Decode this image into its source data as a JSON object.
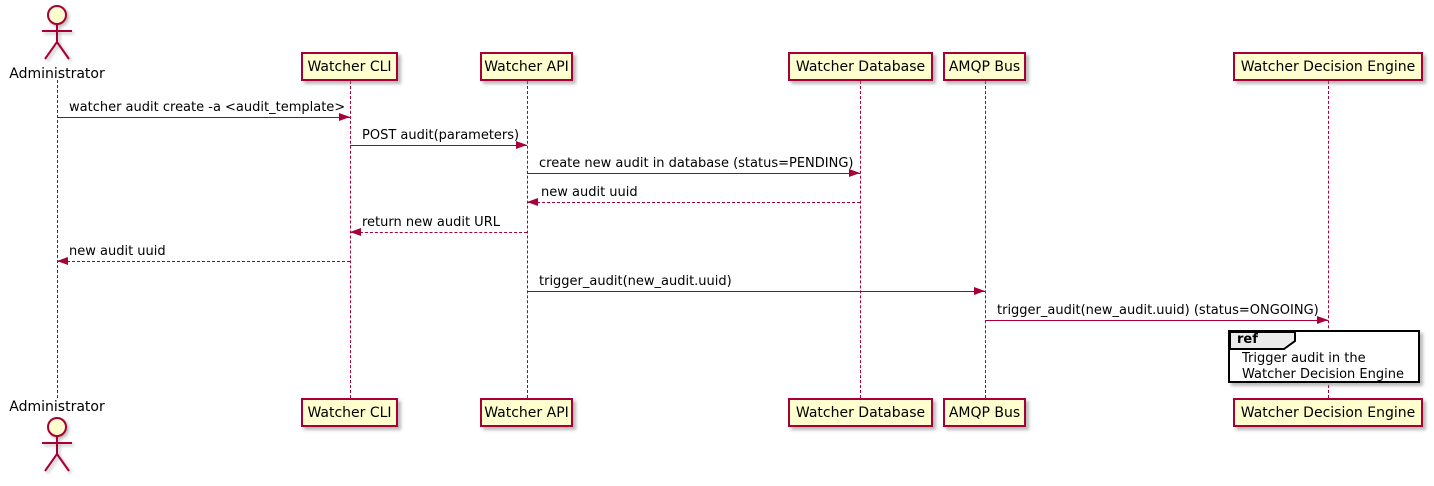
{
  "colors": {
    "stroke": "#A80036",
    "participant_fill": "#FEFECE",
    "text": "#000000",
    "ref_header_fill": "#EBEBEB",
    "ref_border": "#000000",
    "background": "#FFFFFF"
  },
  "diagram": {
    "kind": "sequence-diagram",
    "actor": {
      "name": "Administrator"
    },
    "participants": [
      {
        "name": "Watcher CLI"
      },
      {
        "name": "Watcher API"
      },
      {
        "name": "Watcher Database"
      },
      {
        "name": "AMQP Bus"
      },
      {
        "name": "Watcher Decision Engine"
      }
    ],
    "messages": [
      {
        "text": "watcher audit create -a <audit_template>",
        "from": "Administrator",
        "to": "Watcher CLI",
        "line": "solid"
      },
      {
        "text": "POST audit(parameters)",
        "from": "Watcher CLI",
        "to": "Watcher API",
        "line": "solid"
      },
      {
        "text": "create new audit in database (status=PENDING)",
        "from": "Watcher API",
        "to": "Watcher Database",
        "line": "solid"
      },
      {
        "text": "new audit uuid",
        "from": "Watcher Database",
        "to": "Watcher API",
        "line": "dashed"
      },
      {
        "text": "return new audit URL",
        "from": "Watcher API",
        "to": "Watcher CLI",
        "line": "dashed"
      },
      {
        "text": "new audit uuid",
        "from": "Watcher CLI",
        "to": "Administrator",
        "line": "dashed"
      },
      {
        "text": "trigger_audit(new_audit.uuid)",
        "from": "Watcher API",
        "to": "AMQP Bus",
        "line": "solid"
      },
      {
        "text": "trigger_audit(new_audit.uuid) (status=ONGOING)",
        "from": "AMQP Bus",
        "to": "Watcher Decision Engine",
        "line": "solid"
      }
    ],
    "ref_fragment": {
      "keyword": "ref",
      "over": "Watcher Decision Engine",
      "text_lines": [
        "Trigger audit in the",
        "Watcher Decision Engine"
      ]
    }
  }
}
